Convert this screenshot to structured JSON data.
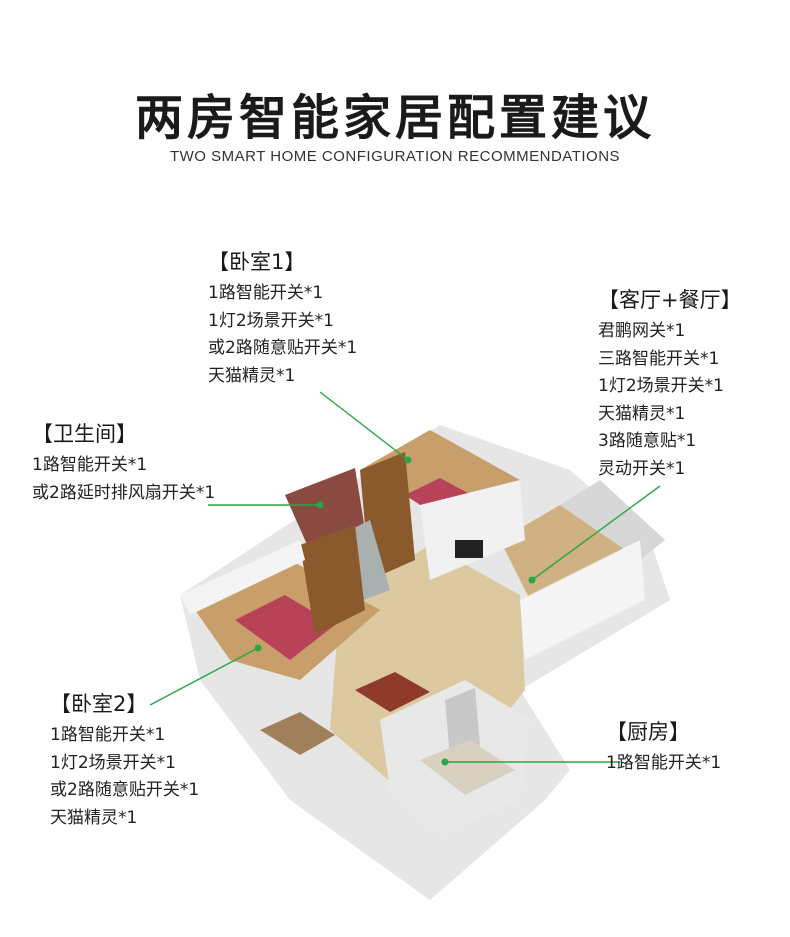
{
  "title": "两房智能家居配置建议",
  "subtitle": "TWO SMART HOME CONFIGURATION RECOMMENDATIONS",
  "rooms": {
    "bedroom1": {
      "title": "【卧室1】",
      "items": [
        "1路智能开关*1",
        "1灯2场景开关*1",
        "或2路随意贴开关*1",
        "天猫精灵*1"
      ]
    },
    "living": {
      "title": "【客厅+餐厅】",
      "items": [
        "君鹏网关*1",
        "三路智能开关*1",
        "1灯2场景开关*1",
        "天猫精灵*1",
        "3路随意贴*1",
        "灵动开关*1"
      ]
    },
    "bathroom": {
      "title": "【卫生间】",
      "items": [
        "1路智能开关*1",
        "或2路延时排风扇开关*1"
      ]
    },
    "bedroom2": {
      "title": "【卧室2】",
      "items": [
        "1路智能开关*1",
        "1灯2场景开关*1",
        "或2路随意贴开关*1",
        "天猫精灵*1"
      ]
    },
    "kitchen": {
      "title": "【厨房】",
      "items": [
        "1路智能开关*1"
      ]
    }
  },
  "colors": {
    "leader_line": "#27a844",
    "wall": "#f2f2f2",
    "floor_tile": "#d8c39a",
    "wood": "#8a5a2b",
    "bed": "#c9475a"
  }
}
